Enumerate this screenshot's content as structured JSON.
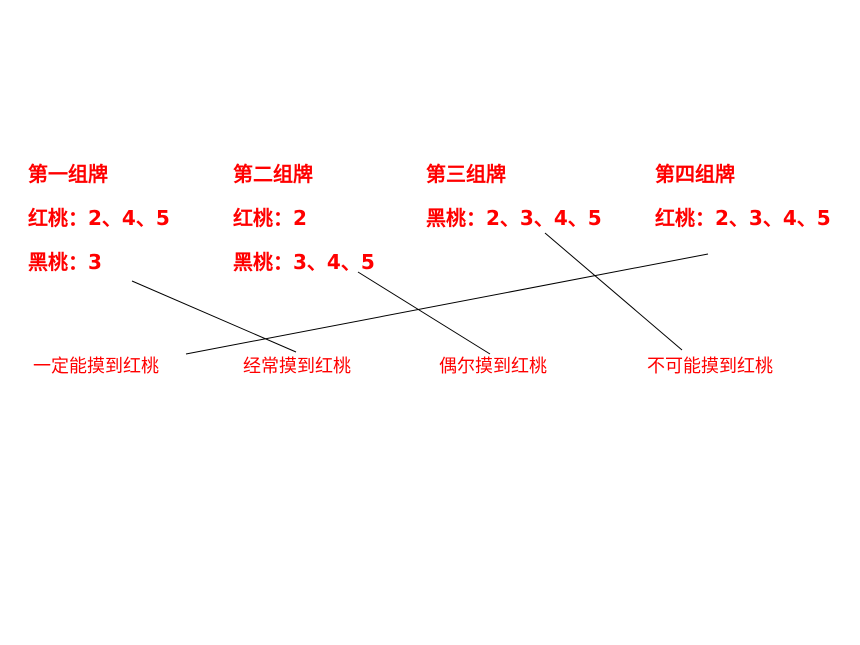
{
  "groups": [
    {
      "title": "第一组牌",
      "lines": [
        "红桃：2、4、5",
        "黑桃：3"
      ]
    },
    {
      "title": "第二组牌",
      "lines": [
        "红桃：2",
        "黑桃：3、4、5"
      ]
    },
    {
      "title": "第三组牌",
      "lines": [
        "黑桃：2、3、4、5",
        ""
      ]
    },
    {
      "title": "第四组牌",
      "lines": [
        "红桃：2、3、4、5",
        ""
      ]
    }
  ],
  "outcomes": [
    "一定能摸到红桃",
    "经常摸到红桃",
    "偶尔摸到红桃",
    "不可能摸到红桃"
  ],
  "matches": [
    {
      "group": "第一组牌",
      "outcome": "经常摸到红桃"
    },
    {
      "group": "第二组牌",
      "outcome": "偶尔摸到红桃"
    },
    {
      "group": "第三组牌",
      "outcome": "不可能摸到红桃"
    },
    {
      "group": "第四组牌",
      "outcome": "一定能摸到红桃"
    }
  ],
  "colors": {
    "text": "#ff0000",
    "line": "#000000"
  }
}
